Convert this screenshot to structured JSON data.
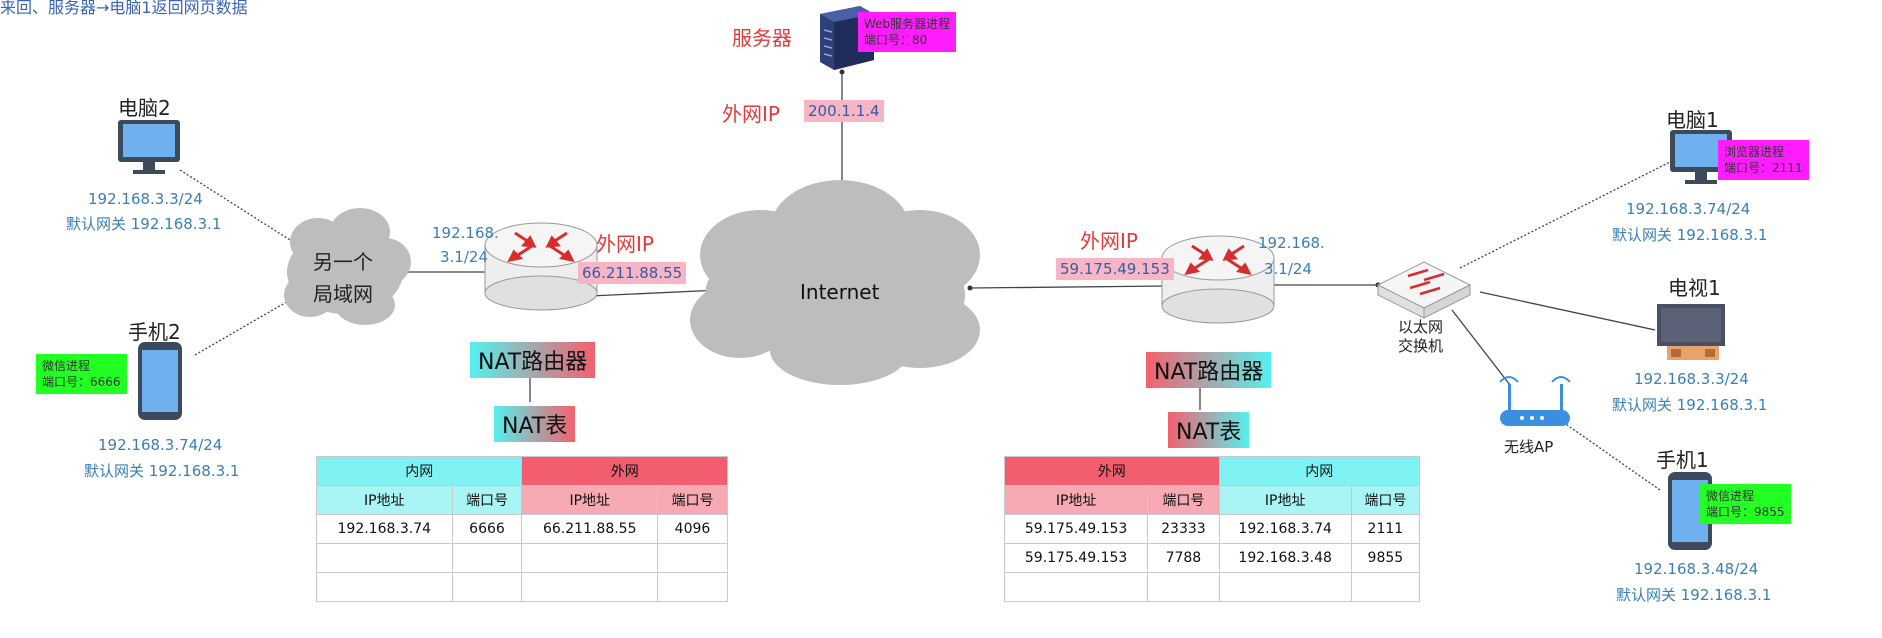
{
  "top_caption": "来回、服务器→电脑1返回网页数据",
  "server": {
    "label": "服务器",
    "process_line1": "Web服务器进程",
    "process_line2": "端口号：80",
    "wan_label": "外网IP",
    "wan_ip": "200.1.1.4"
  },
  "cloud_internet": {
    "label": "Internet"
  },
  "cloud_lan": {
    "line1": "另一个",
    "line2": "局域网"
  },
  "left_router": {
    "lan_ip_line1": "192.168.",
    "lan_ip_line2": "3.1/24",
    "wan_label": "外网IP",
    "wan_ip": "66.211.88.55",
    "name": "NAT路由器",
    "table_label": "NAT表"
  },
  "right_router": {
    "lan_ip_line1": "192.168.",
    "lan_ip_line2": "3.1/24",
    "wan_label": "外网IP",
    "wan_ip": "59.175.49.153",
    "name": "NAT路由器",
    "table_label": "NAT表"
  },
  "pc2": {
    "name": "电脑2",
    "ip": "192.168.3.3/24",
    "gateway": "默认网关 192.168.3.1"
  },
  "phone2": {
    "name": "手机2",
    "process_line1": "微信进程",
    "process_line2": "端口号：6666",
    "ip": "192.168.3.74/24",
    "gateway": "默认网关 192.168.3.1"
  },
  "pc1": {
    "name": "电脑1",
    "process_line1": "浏览器进程",
    "process_line2": "端口号：2111",
    "ip": "192.168.3.74/24",
    "gateway": "默认网关 192.168.3.1"
  },
  "tv1": {
    "name": "电视1",
    "ip": "192.168.3.3/24",
    "gateway": "默认网关 192.168.3.1"
  },
  "phone1": {
    "name": "手机1",
    "process_line1": "微信进程",
    "process_line2": "端口号：9855",
    "ip": "192.168.3.48/24",
    "gateway": "默认网关 192.168.3.1"
  },
  "switch": {
    "line1": "以太网",
    "line2": "交换机"
  },
  "ap": {
    "label": "无线AP"
  },
  "left_table": {
    "group1": "内网",
    "group2": "外网",
    "headers": [
      "IP地址",
      "端口号",
      "IP地址",
      "端口号"
    ],
    "rows": [
      [
        "192.168.3.74",
        "6666",
        "66.211.88.55",
        "4096"
      ],
      [
        "",
        "",
        "",
        ""
      ],
      [
        "",
        "",
        "",
        ""
      ]
    ]
  },
  "right_table": {
    "group1": "外网",
    "group2": "内网",
    "headers": [
      "IP地址",
      "端口号",
      "IP地址",
      "端口号"
    ],
    "rows": [
      [
        "59.175.49.153",
        "23333",
        "192.168.3.74",
        "2111"
      ],
      [
        "59.175.49.153",
        "7788",
        "192.168.3.48",
        "9855"
      ],
      [
        "",
        "",
        "",
        ""
      ]
    ]
  },
  "colors": {
    "cloud": "#bdbdbd",
    "router_arrow": "#d62d2d",
    "proc_magenta": "#ff1cff",
    "proc_green": "#22ff22",
    "label_blue": "#3a7fb5",
    "label_red": "#e03c3c"
  }
}
